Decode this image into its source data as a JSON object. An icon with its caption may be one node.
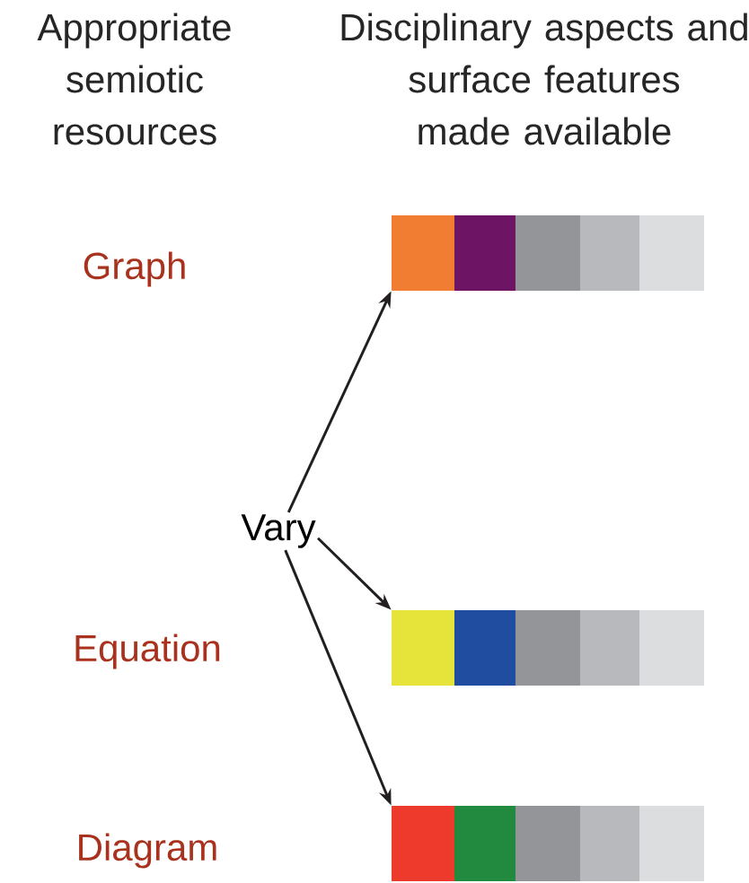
{
  "diagram": {
    "nodes": [
      {
        "text": [],
        "shape": "bar"
      },
      {
        "text": [
          "Vary"
        ]
      },
      {
        "text": [],
        "shape": "bar"
      },
      {
        "text": [],
        "shape": "bar"
      }
    ],
    "edges": [
      {
        "from": 1,
        "to": 0,
        "arrow": "to"
      },
      {
        "from": 1,
        "to": 2,
        "arrow": "to"
      },
      {
        "from": 1,
        "to": 3,
        "arrow": "to"
      }
    ],
    "labels": [
      "Appropriate semiotic resources",
      "Disciplinary aspects and surface features made available",
      "Graph",
      "Equation",
      "Diagram"
    ]
  }
}
